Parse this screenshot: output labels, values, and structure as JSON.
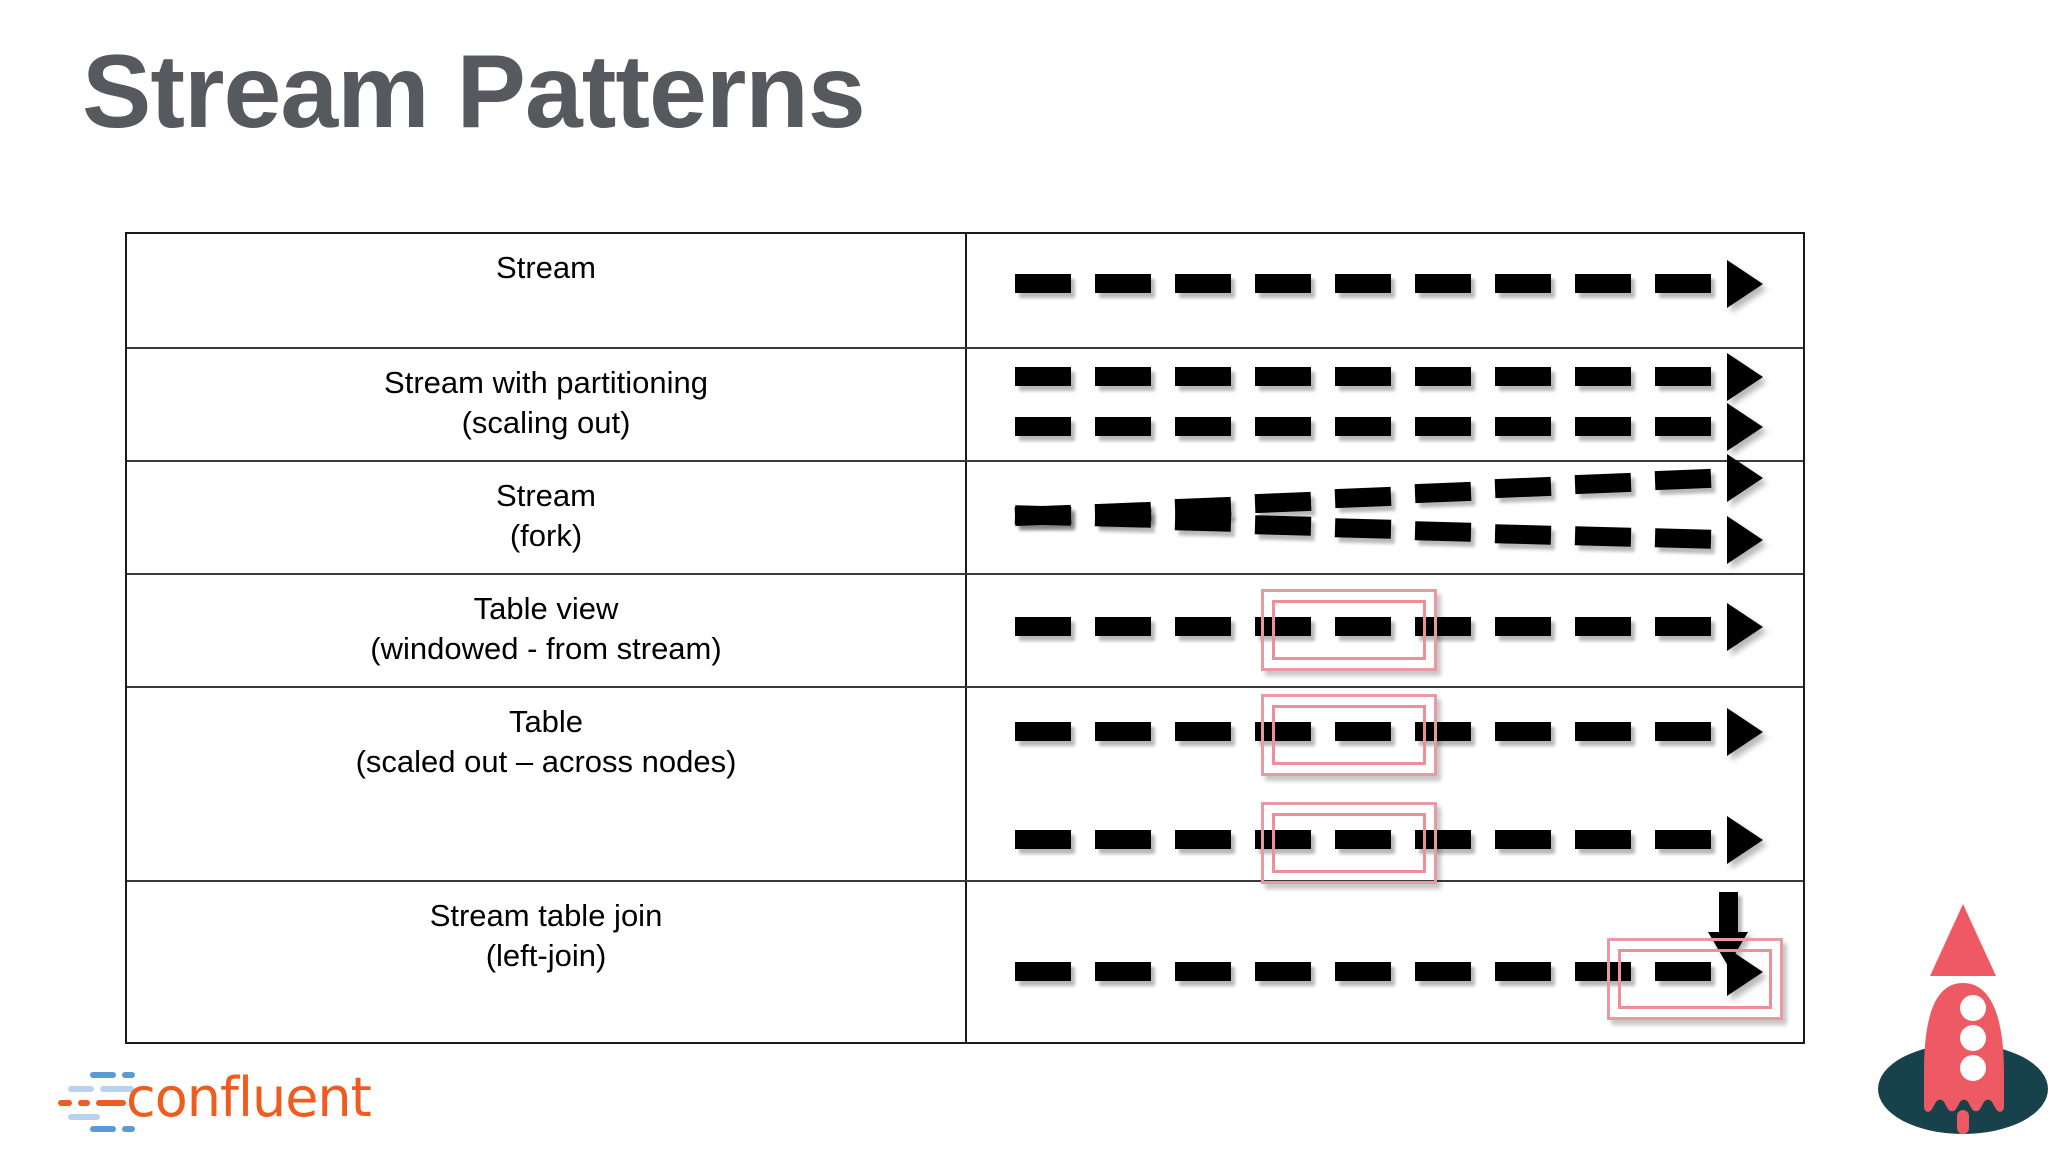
{
  "slide": {
    "title": "Stream Patterns"
  },
  "table": {
    "rows": [
      {
        "id": "stream",
        "label_line1": "Stream",
        "label_line2": "",
        "diagram": "single-dashed-arrow"
      },
      {
        "id": "stream-with-partitioning",
        "label_line1": "Stream with partitioning",
        "label_line2": "(scaling out)",
        "diagram": "two-parallel-dashed-arrows"
      },
      {
        "id": "stream-fork",
        "label_line1": "Stream",
        "label_line2": "(fork)",
        "diagram": "forking-dashed-arrows"
      },
      {
        "id": "table-view-windowed",
        "label_line1": "Table view",
        "label_line2": "(windowed - from stream)",
        "diagram": "dashed-arrow-with-window-box"
      },
      {
        "id": "table-scaled-out",
        "label_line1": "Table",
        "label_line2": "(scaled out – across nodes)",
        "diagram": "two-dashed-arrows-with-window-boxes"
      },
      {
        "id": "stream-table-join",
        "label_line1": "Stream table join",
        "label_line2": "(left-join)",
        "diagram": "dashed-arrow-into-box-with-down-arrow"
      }
    ]
  },
  "branding": {
    "logo_text": "confluent",
    "logo_color": "#ef5c1f",
    "logo_accent_color": "#5b9bd5",
    "rocket_color": "#ee5a63",
    "rocket_base_color": "#17424c"
  },
  "colors": {
    "title": "#565a5e",
    "table_border": "#1a1a1a",
    "dash": "#000000",
    "window_box_outer": "#e79aa1",
    "window_box_inner": "#ee8e96",
    "background": "#ffffff"
  }
}
